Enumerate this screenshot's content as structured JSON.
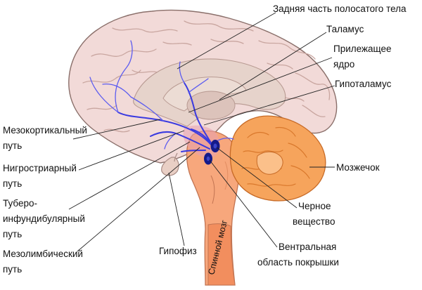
{
  "labels": {
    "posterior_striatum": "Задняя часть полосатого тела",
    "thalamus": "Таламус",
    "nucleus_line1": "Прилежащее",
    "nucleus_line2": "ядро",
    "hypothalamus": "Гипоталамус",
    "cerebellum": "Мозжечок",
    "substantia_line1": "Черное",
    "substantia_line2": "вещество",
    "vta_line1": "Вентральная",
    "vta_line2": "область покрышки",
    "pituitary": "Гипофиз",
    "spinal_cord": "Спинной мозг",
    "mesocortical_line1": "Мезокортикальный",
    "mesocortical_line2": "путь",
    "nigrostriatal_line1": "Нигростриарный",
    "nigrostriatal_line2": "путь",
    "tubero_line1": "Туберо-",
    "tubero_line2": "инфундибулярный",
    "tubero_line3": "путь",
    "mesolimbic_line1": "Мезолимбический",
    "mesolimbic_line2": "путь"
  },
  "colors": {
    "cortex": "#f2dad8",
    "inner": "#e6d3cb",
    "brainstem": "#f7a77c",
    "cerebellum": "#f6a45c",
    "pathway": "#3a3ae0",
    "nucleus": "#141a8a"
  }
}
